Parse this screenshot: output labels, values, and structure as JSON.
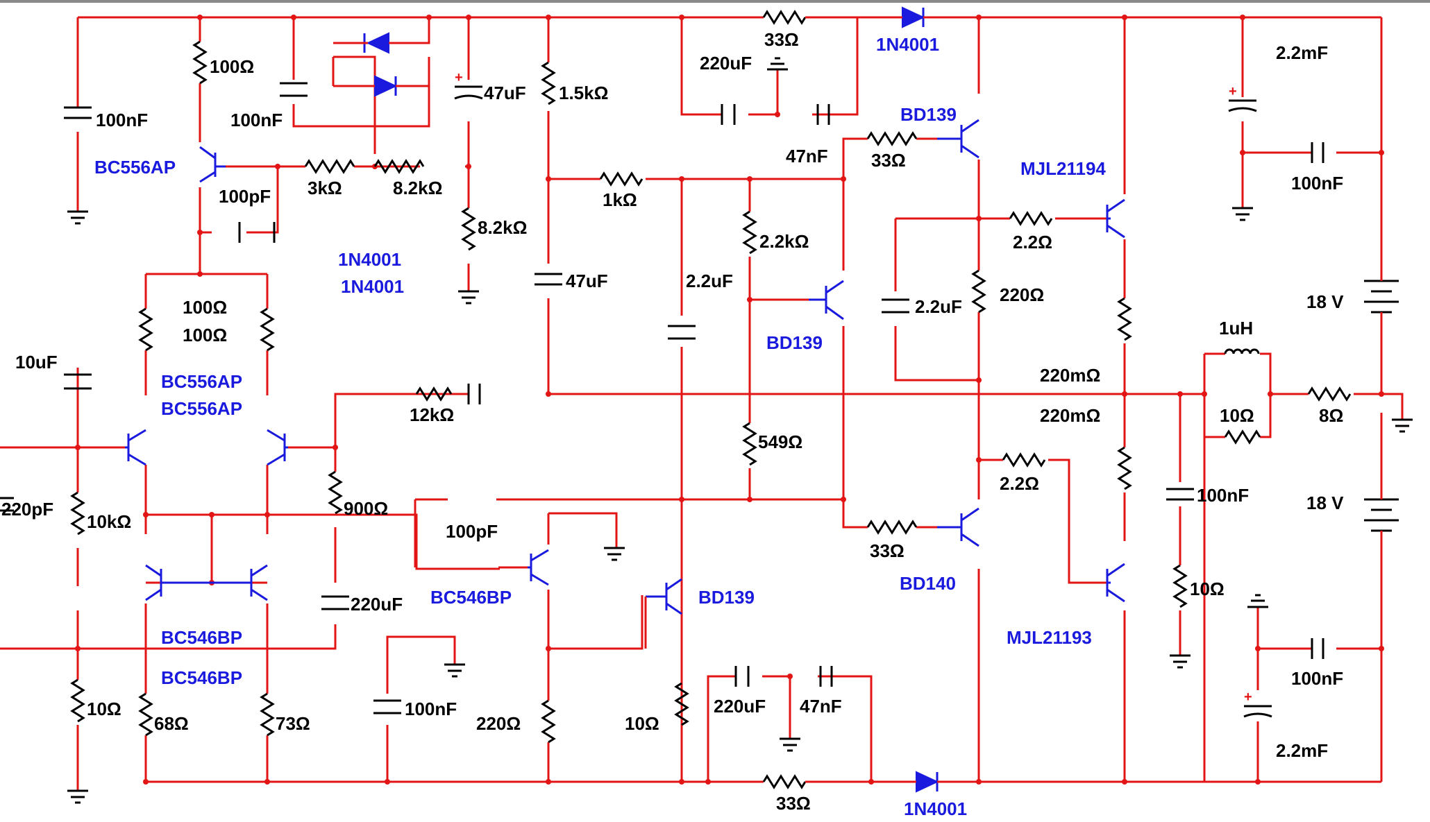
{
  "colors": {
    "wire": "#e31414",
    "component": "#000000",
    "part_label": "#1a1adf",
    "background": "#ffffff"
  },
  "labels": {
    "r_100_top": "100Ω",
    "c_100n_left": "100nF",
    "c_100n_mid": "100nF",
    "q_bc556ap_top": "BC556AP",
    "c_100p_top": "100pF",
    "r_3k": "3kΩ",
    "r_8k2_h": "8.2kΩ",
    "r_8k2_v": "8.2kΩ",
    "c_47u_top": "47uF",
    "c_47u_top_plus": "+",
    "d_pair_1": "1N4001",
    "d_pair_2": "1N4001",
    "r_1k5": "1.5kΩ",
    "r_1k": "1kΩ",
    "c_47u_mid": "47uF",
    "c_2u2_mid": "2.2uF",
    "r_33_top": "33Ω",
    "c_220u_top": "220uF",
    "d_top": "1N4001",
    "q_bd139_top": "BD139",
    "c_47n_top": "47nF",
    "r_33_mid": "33Ω",
    "q_mjl21194": "MJL21194",
    "r_2k2": "2.2kΩ",
    "r_2r2_top": "2.2Ω",
    "c_2u2_right": "2.2uF",
    "r_220": "220Ω",
    "q_bd139_mid": "BD139",
    "c_2m2_top": "2.2mF",
    "c_2m2_top_plus": "+",
    "c_100n_right_top": "100nF",
    "v_18_top": "18 V",
    "l_1u": "1uH",
    "r_220m_top": "220mΩ",
    "r_220m_bot": "220mΩ",
    "r_10_l": "10Ω",
    "r_8": "8Ω",
    "r_100_pair_1": "100Ω",
    "r_100_pair_2": "100Ω",
    "q_bc556ap_pair_1": "BC556AP",
    "q_bc556ap_pair_2": "BC556AP",
    "c_10u": "10uF",
    "r_12k": "12kΩ",
    "r_549": "549Ω",
    "c_220p": "220pF",
    "r_10k": "10kΩ",
    "r_900": "900Ω",
    "c_100p_mid": "100pF",
    "r_2r2_bot": "2.2Ω",
    "r_33_low": "33Ω",
    "c_100n_zobel": "100nF",
    "v_18_bot": "18 V",
    "q_bd140": "BD140",
    "c_220u_left": "220uF",
    "q_bc546bp_mid": "BC546BP",
    "q_bd139_low": "BD139",
    "r_10_zobel": "10Ω",
    "q_mjl21193": "MJL21193",
    "q_bc546bp_pair_1": "BC546BP",
    "q_bc546bp_pair_2": "BC546BP",
    "c_100n_right_bot": "100nF",
    "r_10_input": "10Ω",
    "r_68": "68Ω",
    "r_73": "73Ω",
    "c_100n_bot": "100nF",
    "r_220_bot": "220Ω",
    "r_10_bot": "10Ω",
    "c_220u_bot": "220uF",
    "c_47n_bot": "47nF",
    "c_2m2_bot": "2.2mF",
    "c_2m2_bot_plus": "+",
    "r_33_bot": "33Ω",
    "d_bot": "1N4001"
  }
}
